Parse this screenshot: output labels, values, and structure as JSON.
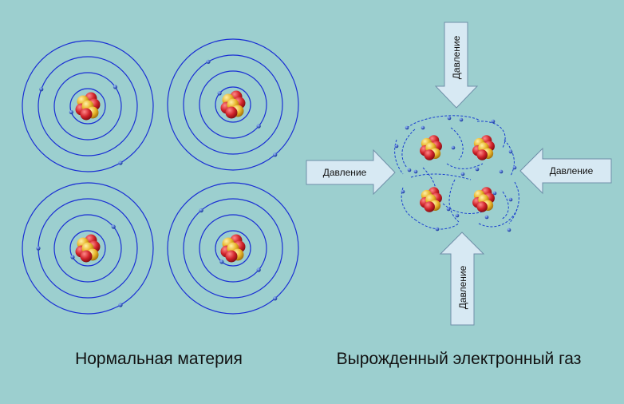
{
  "captions": {
    "normal_matter": "Нормальная материя",
    "degenerate_gas": "Вырожденный электронный газ"
  },
  "pressure_label": "Давление",
  "colors": {
    "background": "#9ccfcf",
    "orbit": "#1a2fd4",
    "electron": "#1a4fb8",
    "proton": "#d0232a",
    "neutron": "#e8b52a",
    "arrow_fill": "#d7e9f3",
    "arrow_stroke": "#6f8fa8"
  }
}
